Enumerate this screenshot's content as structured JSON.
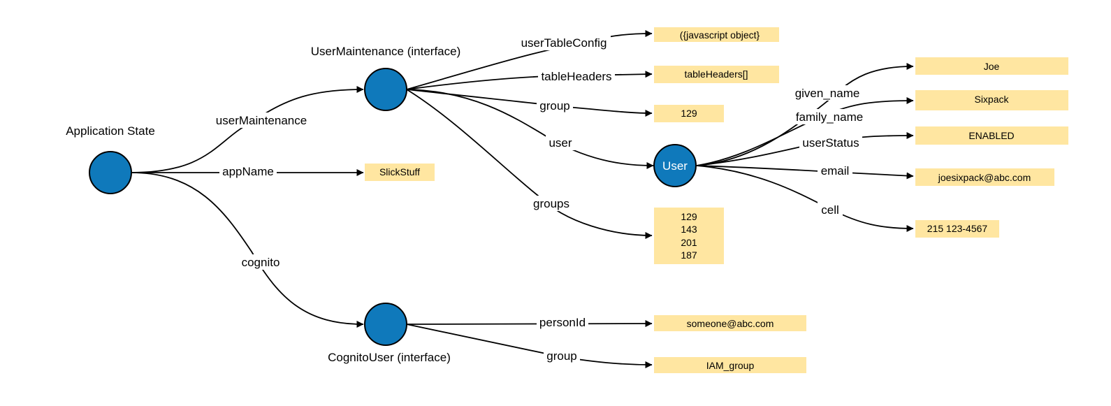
{
  "colors": {
    "node_fill": "#0f79bb",
    "box_fill": "#ffe6a1",
    "edge_stroke": "#000000",
    "text": "#000000",
    "node_text": "#ffffff"
  },
  "titles": {
    "application_state": "Application State",
    "user_maintenance": "UserMaintenance (interface)",
    "cognito_user": "CognitoUser (interface)"
  },
  "nodes": {
    "root": {
      "label": ""
    },
    "user_maintenance": {
      "label": ""
    },
    "cognito_user": {
      "label": ""
    },
    "user": {
      "label": "User"
    }
  },
  "edge_labels": {
    "user_maintenance": "userMaintenance",
    "app_name": "appName",
    "cognito": "cognito",
    "user_table_config": "userTableConfig",
    "table_headers": "tableHeaders",
    "group": "group",
    "user": "user",
    "groups": "groups",
    "given_name": "given_name",
    "family_name": "family_name",
    "user_status": "userStatus",
    "email": "email",
    "cell": "cell",
    "person_id": "personId",
    "cognito_group": "group"
  },
  "values": {
    "app_name": "SlickStuff",
    "user_table_config": "({javascript object}",
    "table_headers": "tableHeaders[]",
    "group": "129",
    "groups": [
      "129",
      "143",
      "201",
      "187"
    ],
    "given_name": "Joe",
    "family_name": "Sixpack",
    "user_status": "ENABLED",
    "email": "joesixpack@abc.com",
    "cell": "215 123-4567",
    "person_id": "someone@abc.com",
    "cognito_group": "IAM_group"
  }
}
